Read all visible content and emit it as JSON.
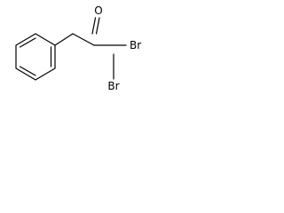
{
  "diagram": {
    "atoms": {
      "oxygen": "O",
      "bromine_acyl": "Br",
      "bromine_alpha": "Br"
    },
    "colors": {
      "ink": "#000000",
      "background": "#ffffff"
    }
  }
}
